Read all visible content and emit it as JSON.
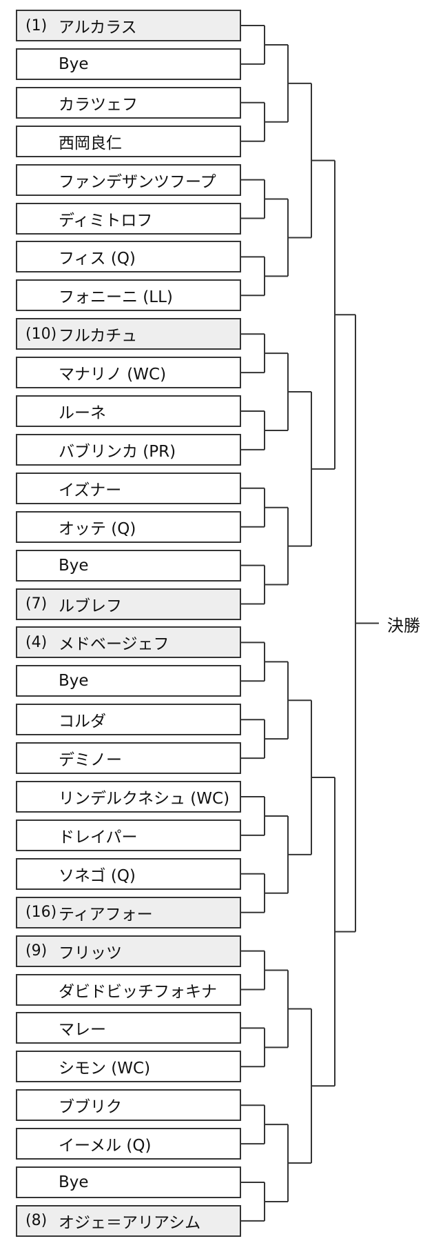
{
  "final_label": "決勝",
  "players": [
    {
      "seed": "(1)",
      "name": "アルカラス"
    },
    {
      "seed": "",
      "name": "Bye"
    },
    {
      "seed": "",
      "name": "カラツェフ"
    },
    {
      "seed": "",
      "name": "西岡良仁"
    },
    {
      "seed": "",
      "name": "ファンデザンツフープ"
    },
    {
      "seed": "",
      "name": "ディミトロフ"
    },
    {
      "seed": "",
      "name": "フィス (Q)"
    },
    {
      "seed": "",
      "name": "フォニーニ (LL)"
    },
    {
      "seed": "(10)",
      "name": "フルカチュ"
    },
    {
      "seed": "",
      "name": "マナリノ (WC)"
    },
    {
      "seed": "",
      "name": "ルーネ"
    },
    {
      "seed": "",
      "name": "バブリンカ (PR)"
    },
    {
      "seed": "",
      "name": "イズナー"
    },
    {
      "seed": "",
      "name": "オッテ (Q)"
    },
    {
      "seed": "",
      "name": "Bye"
    },
    {
      "seed": "(7)",
      "name": "ルブレフ"
    },
    {
      "seed": "(4)",
      "name": "メドベージェフ"
    },
    {
      "seed": "",
      "name": "Bye"
    },
    {
      "seed": "",
      "name": "コルダ"
    },
    {
      "seed": "",
      "name": "デミノー"
    },
    {
      "seed": "",
      "name": "リンデルクネシュ (WC)"
    },
    {
      "seed": "",
      "name": "ドレイパー"
    },
    {
      "seed": "",
      "name": "ソネゴ (Q)"
    },
    {
      "seed": "(16)",
      "name": "ティアフォー"
    },
    {
      "seed": "(9)",
      "name": "フリッツ"
    },
    {
      "seed": "",
      "name": "ダビドビッチフォキナ"
    },
    {
      "seed": "",
      "name": "マレー"
    },
    {
      "seed": "",
      "name": "シモン (WC)"
    },
    {
      "seed": "",
      "name": "ブブリク"
    },
    {
      "seed": "",
      "name": "イーメル (Q)"
    },
    {
      "seed": "",
      "name": "Bye"
    },
    {
      "seed": "(8)",
      "name": "オジェ＝アリアシム"
    }
  ],
  "colors": {
    "line": "#333333",
    "seeded_fill": "#eeeeee",
    "unseeded_fill": "#ffffff"
  }
}
